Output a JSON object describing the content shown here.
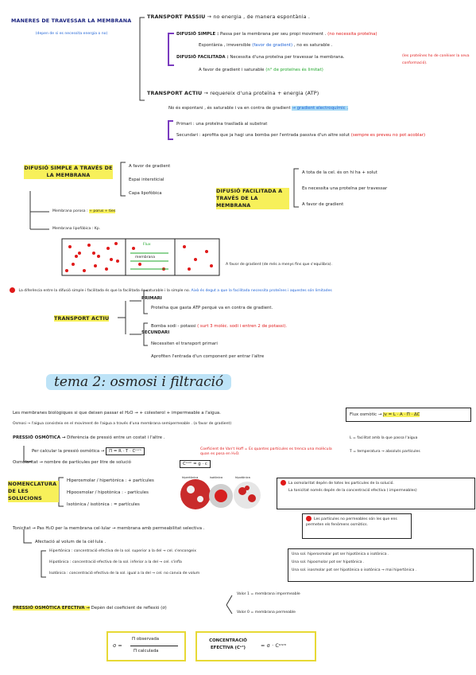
{
  "s1": {
    "heading": "Maneres de travessar la membrana",
    "heading_note": "(depen de si es necessita energia o no)",
    "passiu_label": "Transport Passiu",
    "passiu_desc": "→ no energia , de manera espontània .",
    "simple_label": "Difusió simple :",
    "simple_desc": "Passa per la membrana per seu propi moviment .",
    "simple_red": "(no necessita proteïna)",
    "simple_sub": "Espontània , irreversible",
    "simple_sub_blue": "(favor de gradient)",
    "simple_sub_end": ", no es saturable .",
    "facil_label": "Difusió facilitada :",
    "facil_desc": "Necessita d'una proteïna per travessar la membrana.",
    "facil_red": "(les proteïnes ho de conèixer la seva conformació).",
    "facil_sub": "A favor de gradient i saturable",
    "facil_sub_green": "(n° de proteïnes és limitat)",
    "actiu_label": "Transport Actiu",
    "actiu_desc": "→ requereix d'una proteïna + energia (ATP)",
    "actiu_sub": "No és espontani , és saturable i va en contra de gradient",
    "actiu_sub_blue": "→ gradient electroquímic .",
    "primari": "Primari : una proteïna traslladà al substrat",
    "secundari": "Secundari : aprofita que ja hagi una bomba per l'entrada passiva d'un altre solut",
    "secundari_red": "(sempre es preveu no pot acoblar)"
  },
  "s2": {
    "dif_simple_title": "Difusió simple a través de la membrana",
    "dif_simple_items": [
      "A favor de gradient",
      "Espai intersticial",
      "Capa lipofòbica"
    ],
    "branch1_label": "Membrana porosa :",
    "branch1_val": "+ porus + ties",
    "branch2_label": "Membrana lipofòbica :",
    "branch2_val": "Kp.",
    "dif_facil_title": "Difusió facilitada a través de la membrana",
    "dif_facil_items": [
      "A tota de la cel. és on hi ha + solut",
      "Es necessita una proteïna per travessar",
      "A favor de gradient"
    ],
    "diagram_flux": "Flux",
    "diagram_membrana": "membrana",
    "diagram_note": "A favor de gradient (de més a menys fins que s'equilibra)."
  },
  "s3": {
    "note": "La diferència entre la difusió simple i facilitada és que la facilitada és saturable i la simple no.",
    "note_blue": "Això és degut a que la facilitada necessita proteïnes i aquestes són limitades",
    "actiu_title": "Transport actiu",
    "primari_label": "Primari",
    "primari_items": [
      "Proteïna que gasta ATP perquè va en contra de gradient.",
      "Bomba sodi - potassi"
    ],
    "primari_red": "( surt 3 molèc. sodi i entren 2 de potassi).",
    "secundari_label": "Secundari",
    "secundari_items": [
      "Necessiten el transport primari",
      "Aprofiten l'entrada d'un component per entrar l'altre"
    ]
  },
  "tema": {
    "title": "tema 2: osmosi i filtració"
  },
  "s4": {
    "membranes": "Les membranes biològiques si que deixen passar el H₂O → + colesterol + impermeable a l'aigua.",
    "osmosi": "Osmosi → l'aigua consisteix en el moviment de l'aigua a través d'una membrana semipermeable . (a favor de gradient)",
    "flux_label": "Flux osmòtic →",
    "flux_formula": "Jv = L · A · Π · ΔC",
    "pressio_label": "Pressió osmòtica →",
    "pressio_desc": "Diferència de pressió entre un costat i l'altre .",
    "pressio_sub": "Per calcular la pressió osmòtica →",
    "pressio_formula": "Π = R · T · Cᵒˢᵐ",
    "formula2": "Cᵒˢᵐ = g · c",
    "formula_red": "Coeficient de Van't Hoff = Es quantes partícules es trenca una molècula quan es posa en H₂O.",
    "L_note": "L = facilitat amb la que passa l'aigua",
    "T_note": "T = temperatura → absoluts partícules",
    "osmolaritat": "Osmolaritat → nombre de partícules per litre de solució"
  },
  "s5": {
    "nomenclatura": "Nomenclatura de les solucions",
    "items": [
      "Hiperosmolar / hipertònica : + partícules",
      "Hipoosmolar / hipotònica : - partícules",
      "Isotònica / isotònica : = partícules"
    ],
    "cell_labels": [
      "hipertònica",
      "isotònica",
      "hipotònica"
    ],
    "box1": "La osmolaritat depèn de totes les partícules de la solució.",
    "box2": "La tonicitat només depèn de la concentració efectiva ( impermeables)"
  },
  "s6": {
    "tonicitat": "Tonicitat → Pas H₂O per la membrana cel·lular → membrana amb permeabilitat selectiva .",
    "afectacio": "Afectació al volum de la cèl·lula .",
    "items": [
      "Hipertònica : concentració efectiva de la sol. superior a la del → cel. s'encongeix",
      "Hipotònica : concentració efectiva de la sol. inferior a la del → cel. s'infla",
      "Isotònica : concentració efectiva de la sol. igual a la del → cel. no canvia de volum"
    ],
    "box_note": "Les partícules no permeables són les que ens permeten els fenòmens osmòtics.",
    "right_items": [
      "Una sol. hiperosmolar pot ser hipotònica o isotònica .",
      "Una sol. hiposmolar pot ser hipotònica .",
      "Una sol. isosmolar pot ser hipotònica o isotònica → mai hipertònica ."
    ]
  },
  "s7": {
    "efectiva_label": "Pressió osmòtica efectiva →",
    "efectiva_desc": "Depèn del coeficient de reflexió (σ)",
    "valor1": "Valor 1 = membrana impermeable",
    "valor0": "Valor 0 = membrana permeable",
    "sigma_top": "Π observada",
    "sigma_bottom": "Π calculada",
    "sigma_lhs": "σ =",
    "conc_label": "Concentració efectiva (Cᵉᶠ)",
    "conc_formula": "= σ · Cᵒˢᵐ"
  }
}
